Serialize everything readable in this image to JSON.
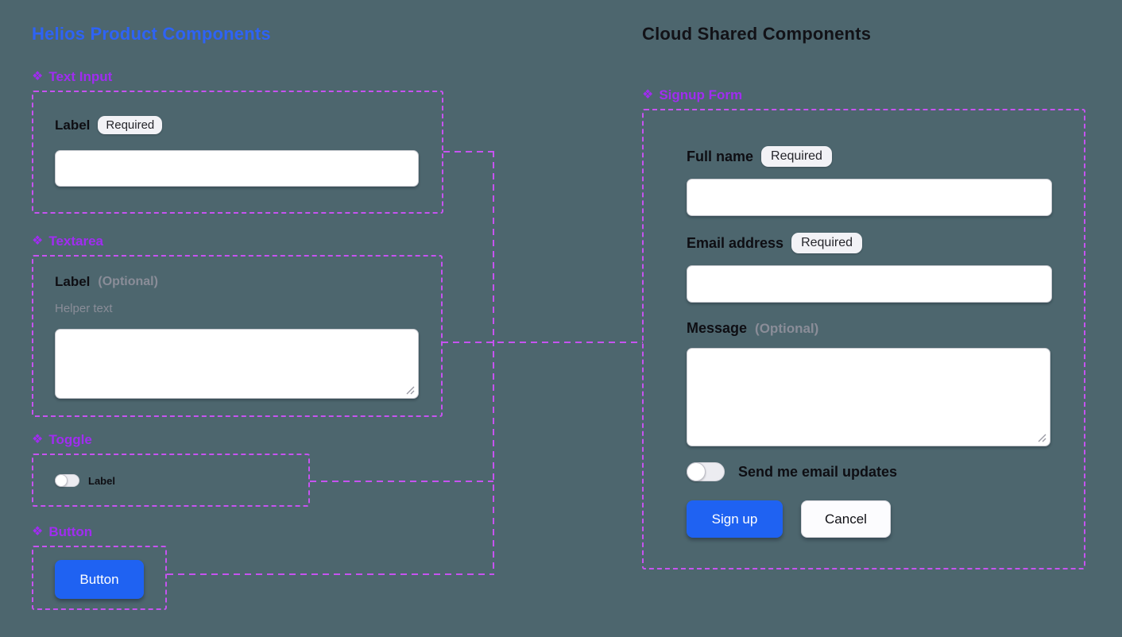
{
  "icons": {
    "component_glyph": "❖"
  },
  "colors": {
    "background": "#4D666E",
    "helios_title_blue": "#2E63F5",
    "component_purple": "#A02DF0",
    "dashed_outline_purple": "#C653F0",
    "primary_button_blue": "#1F62F2"
  },
  "helios": {
    "title": "Helios Product Components",
    "text_input": {
      "section_label": "Text Input",
      "field_label": "Label",
      "badge": "Required",
      "value": ""
    },
    "textarea": {
      "section_label": "Textarea",
      "field_label": "Label",
      "optional_suffix": "(Optional)",
      "helper_text": "Helper text",
      "value": ""
    },
    "toggle": {
      "section_label": "Toggle",
      "toggle_label": "Label",
      "state": "off"
    },
    "button": {
      "section_label": "Button",
      "button_label": "Button"
    }
  },
  "cloud": {
    "title": "Cloud Shared Components",
    "signup_form": {
      "section_label": "Signup Form",
      "full_name": {
        "label": "Full name",
        "badge": "Required",
        "value": ""
      },
      "email": {
        "label": "Email address",
        "badge": "Required",
        "value": ""
      },
      "message": {
        "label": "Message",
        "optional_suffix": "(Optional)",
        "value": ""
      },
      "updates_toggle": {
        "label": "Send me email updates",
        "state": "off"
      },
      "submit_label": "Sign up",
      "cancel_label": "Cancel"
    }
  }
}
